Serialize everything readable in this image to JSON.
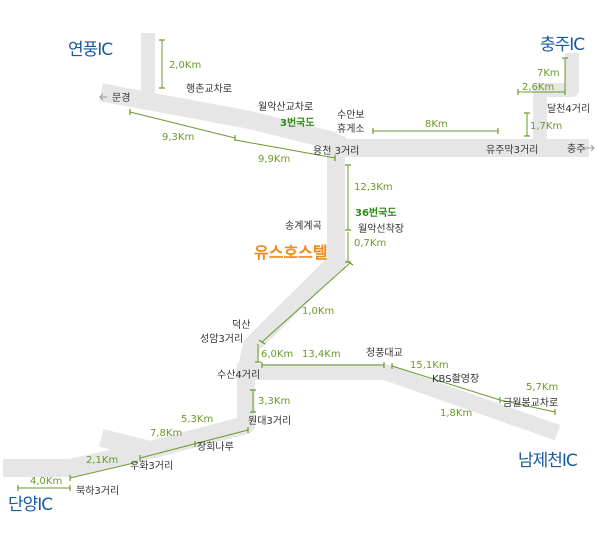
{
  "interchanges": {
    "yeonpung": "연풍IC",
    "chungju": "충주IC",
    "danyang": "단양IC",
    "namjecheon": "남제천IC"
  },
  "places": {
    "mungyeong": "문경",
    "haengchon_tollgate": "행촌교차로",
    "worak_tollgate": "월악산교차로",
    "suanbo_rest": [
      "수안보",
      "휴게소"
    ],
    "yongcheon": "용천 3거리",
    "dalcheon": "달천4거리",
    "yujumak": "유주막3거리",
    "chungju_dir": "충주",
    "songgye": "송계계곡",
    "worak_wharf": "월악선착장",
    "deoksan": "덕산",
    "seongam": "성암3거리",
    "susan": "수산4거리",
    "cheongpung_bridge": "청풍대교",
    "kbs_set": "KBS촬영장",
    "geumwolbong": "금월봉교차로",
    "wondae": "원대3거리",
    "janghoe": "장회나루",
    "uhwa": "우화3거리",
    "bukha": "북하3거리"
  },
  "routes": {
    "national_3": "3번국도",
    "national_36": "36번국도"
  },
  "hostel": "유스호스텔",
  "distances": {
    "yeonpung_branch": "2,0Km",
    "chungju_branch": "7Km",
    "dalcheon_seg": "2,6Km",
    "dalcheon_vert": "1,7Km",
    "suanbo_yujumak": "8Km",
    "haengchon_worak": "9,3Km",
    "worak_yongcheon": "9,9Km",
    "yongcheon_wharf": "12,3Km",
    "wharf_hostel": "0,7Km",
    "hostel_seongam": "1,0Km",
    "seongam_susan": "6,0Km",
    "susan_cheongpung": "13,4Km",
    "cheongpung_kbs": "15,1Km",
    "kbs_geumwolbong": "5,7Km",
    "kbs_namjecheon": "1,8Km",
    "susan_wondae": "3,3Km",
    "wondae_janghoe": "5,3Km",
    "janghoe_uhwa": "7,8Km",
    "uhwa_bukha": "2,1Km",
    "bukha_danyang": "4,0Km"
  }
}
